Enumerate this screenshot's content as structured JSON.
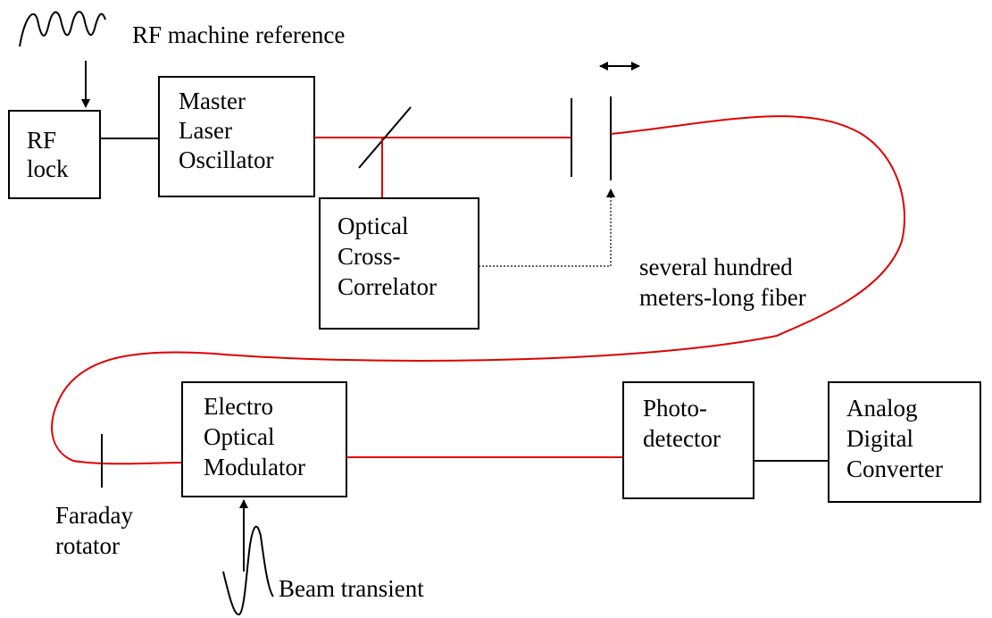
{
  "colors": {
    "fiber": "#e00000",
    "line": "#000000",
    "background": "#ffffff"
  },
  "labels": {
    "rf_reference": "RF machine reference",
    "fiber_length": [
      "several hundred",
      "meters-long fiber"
    ],
    "faraday": [
      "Faraday",
      "rotator"
    ],
    "beam_transient": "Beam transient"
  },
  "boxes": {
    "rf_lock": [
      "RF",
      "lock"
    ],
    "master_laser": [
      "Master",
      "Laser",
      "Oscillator"
    ],
    "cross_correlator": [
      "Optical",
      "Cross-",
      "Correlator"
    ],
    "eom": [
      "Electro",
      "Optical",
      "Modulator"
    ],
    "photodetector": [
      "Photo-",
      "detector"
    ],
    "adc": [
      "Analog",
      "Digital",
      "Converter"
    ]
  },
  "icons": [
    "sine-wave-icon",
    "double-arrow-icon",
    "beam-transient-pulse-icon"
  ]
}
